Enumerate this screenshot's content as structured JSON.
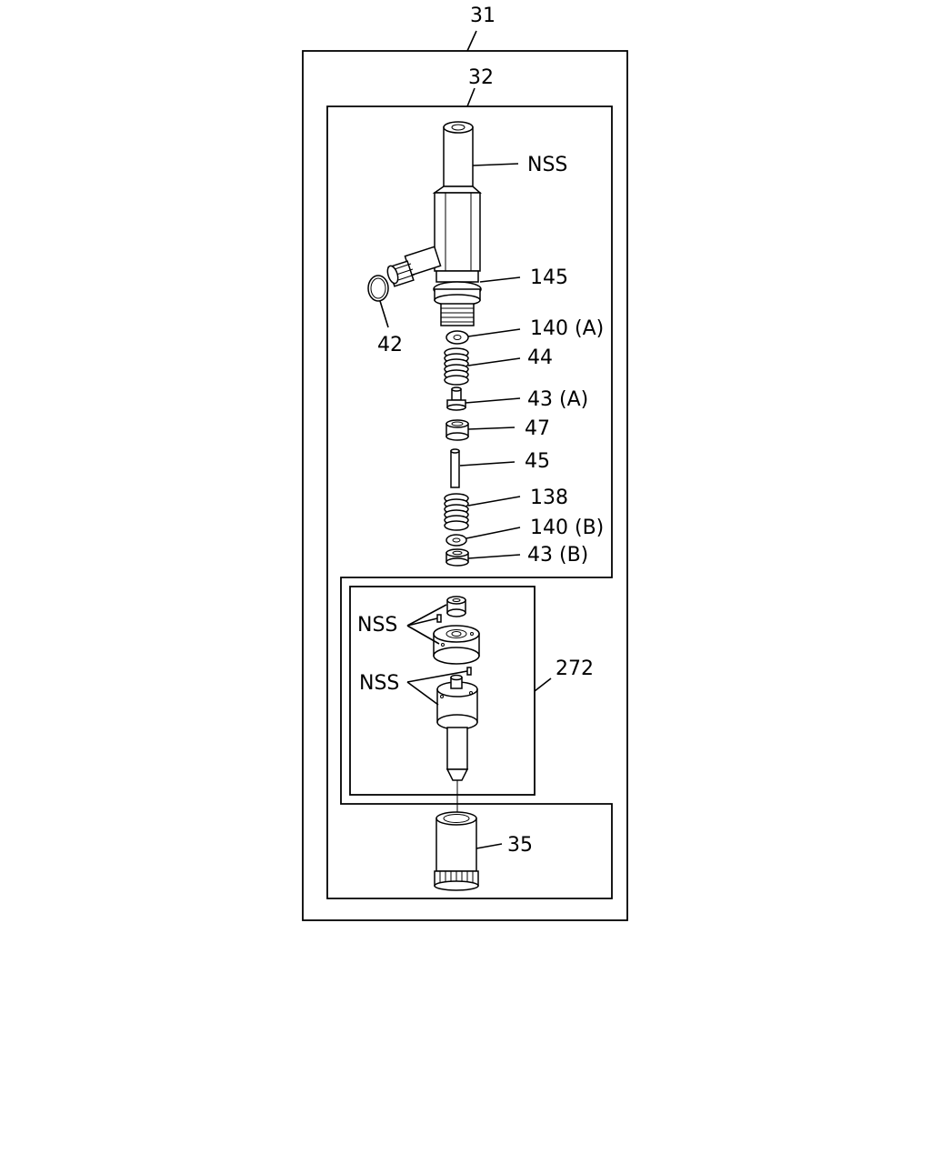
{
  "callouts": {
    "c31": "31",
    "c32": "32",
    "nss_top": "NSS",
    "c145": "145",
    "c42": "42",
    "c140a": "140 (A)",
    "c44": "44",
    "c43a": "43 (A)",
    "c47": "47",
    "c45": "45",
    "c138": "138",
    "c140b": "140 (B)",
    "c43b": "43 (B)",
    "nss_mid1": "NSS",
    "nss_mid2": "NSS",
    "c272": "272",
    "c35": "35"
  }
}
